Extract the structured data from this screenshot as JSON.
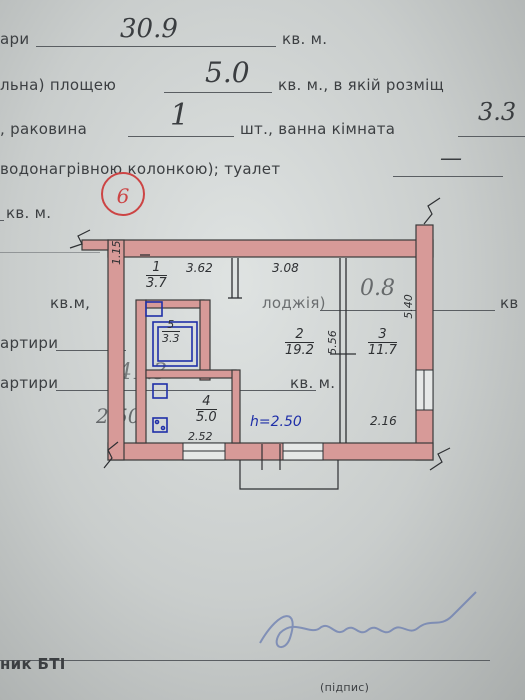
{
  "form": {
    "line1": {
      "text_left": "ари",
      "value": "30.9",
      "unit": "кв. м."
    },
    "line2": {
      "text_left": "льна) площею",
      "value": "5.0",
      "text_right": "кв. м., в якій розміщ"
    },
    "line3": {
      "text_left": ", раковина",
      "value": "1",
      "text_mid": "шт., ванна кімната",
      "value2": "3.3"
    },
    "line4": {
      "text_left": "водонагрівною колонкою); туалет",
      "value": "—"
    },
    "line5": {
      "text_left": "кв. м."
    },
    "line6": {
      "text_left": "кв.м,",
      "text_mid": "лоджія)",
      "value": "0.8",
      "unit": "кв"
    },
    "line7": {
      "text_left": "артири"
    },
    "line8": {
      "text_left": "артири",
      "value": "41.3",
      "unit": "кв. м."
    },
    "line9": {
      "value": "2.50"
    },
    "footer_label": "ник БТІ",
    "footer_small": "(підпис)"
  },
  "stamp": {
    "number": "6"
  },
  "plan": {
    "dims": {
      "left_wall": "1.15",
      "top_1": "3.62",
      "top_2": "3.08",
      "room2_wall": "5.56",
      "room3_wall": "5.40",
      "bottom_kitchen": "2.52",
      "right_bottom": "2.16"
    },
    "rooms": [
      {
        "number": "1",
        "area": "3.7"
      },
      {
        "number": "2",
        "area": "19.2"
      },
      {
        "number": "3",
        "area": "11.7"
      },
      {
        "number": "4",
        "area": "5.0"
      },
      {
        "number": "5",
        "area": "3.3"
      }
    ],
    "height_label": "h=2.50",
    "colors": {
      "wall": "#d79a98",
      "ink": "#2e3033",
      "fixture": "#1f2fa8"
    }
  }
}
